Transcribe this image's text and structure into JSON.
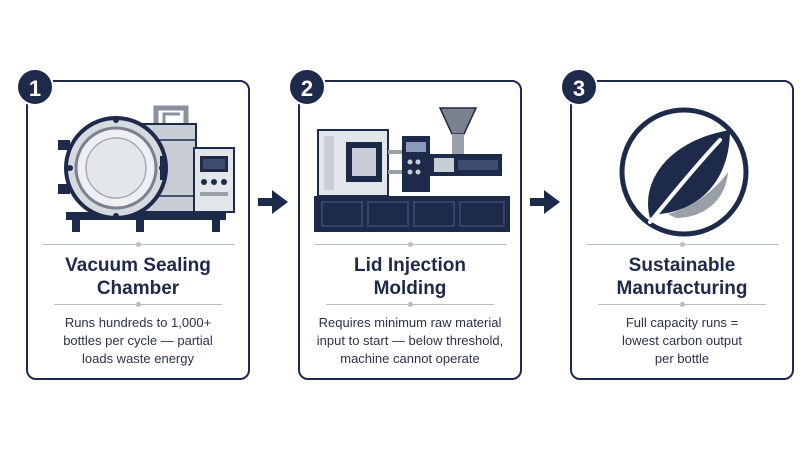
{
  "colors": {
    "navy": "#1e2a4a",
    "steel": "#c9ced6",
    "gray": "#9aa0a8",
    "rule": "#b8bec8"
  },
  "steps": [
    {
      "number": "1",
      "icon": "vacuum-chamber-icon",
      "title_line1": "Vacuum Sealing",
      "title_line2": "Chamber",
      "desc_line1": "Runs hundreds to 1,000+",
      "desc_line2": "bottles per cycle — partial",
      "desc_line3": "loads waste energy"
    },
    {
      "number": "2",
      "icon": "injection-molding-machine-icon",
      "title_line1": "Lid Injection",
      "title_line2": "Molding",
      "desc_line1": "Requires minimum raw material",
      "desc_line2": "input to start — below threshold,",
      "desc_line3": "machine cannot operate"
    },
    {
      "number": "3",
      "icon": "leaf-icon",
      "title_line1": "Sustainable",
      "title_line2": "Manufacturing",
      "desc_line1": "Full capacity runs =",
      "desc_line2": "lowest carbon output",
      "desc_line3": "per bottle"
    }
  ]
}
